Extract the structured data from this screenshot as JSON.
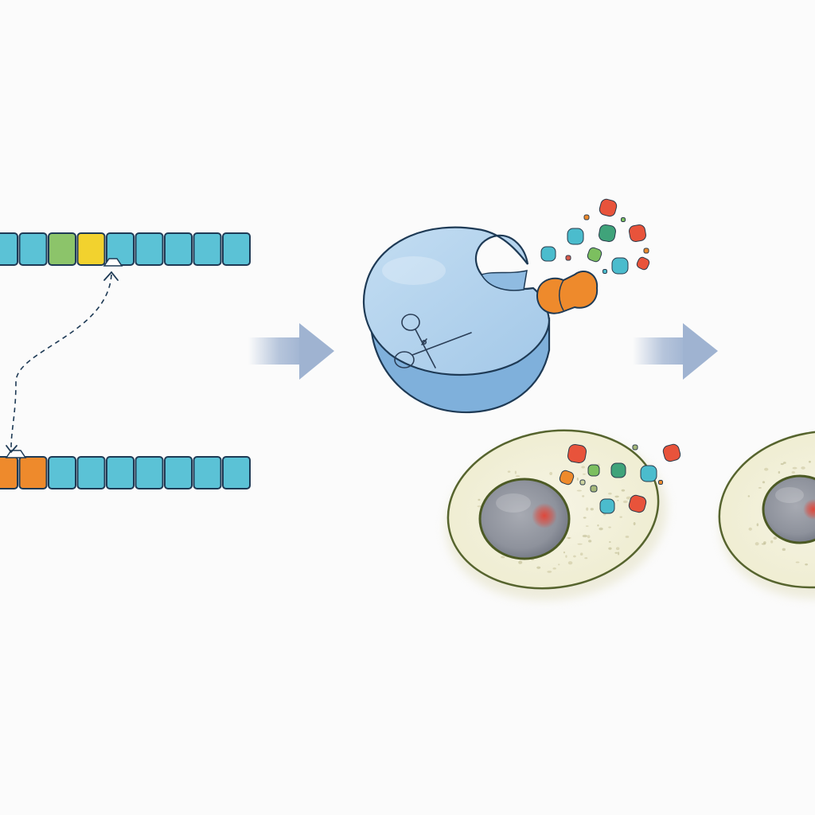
{
  "diagram": {
    "text": [],
    "top_strand": {
      "segments": [
        "blue",
        "blue",
        "green",
        "yellow",
        "blue",
        "blue",
        "blue",
        "blue",
        "blue"
      ]
    },
    "bottom_strand": {
      "segments": [
        "orange",
        "orange",
        "blue",
        "blue",
        "blue",
        "blue",
        "blue",
        "blue",
        "blue"
      ]
    },
    "icons": [
      "dna-strand",
      "scissors-icon",
      "arrow-right-icon",
      "cell",
      "nucleus",
      "enzyme",
      "peptide-fragments"
    ],
    "colors": {
      "background": "#fbfbfb",
      "segment_blue": "#5bc2d6",
      "segment_green": "#8cc46a",
      "segment_yellow": "#f2d22e",
      "segment_orange": "#ee8a2c",
      "outline": "#1e3a55",
      "enzyme_fill": "#a9cdea",
      "enzyme_side": "#7fb0db",
      "arrow": "#9fb3d1",
      "cell_fill": "#f2f0da",
      "cell_outline": "#56642e",
      "nucleus": "#8e929c",
      "nucleolus": "#e0473a"
    }
  }
}
